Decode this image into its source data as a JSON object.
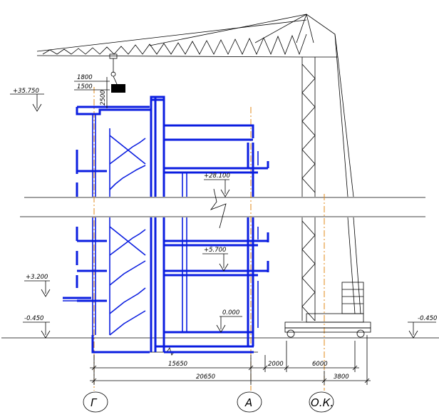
{
  "levels": {
    "top": "+35.750",
    "floor_28": "+28.100",
    "floor_5": "+5.700",
    "canopy": "+3.200",
    "zero": "0.000",
    "ground_left": "-0.450",
    "ground_right": "-0.450"
  },
  "crane_dims": {
    "dim_1800": "1800",
    "dim_1500": "1500",
    "dim_2500": "2500"
  },
  "bottom_dims": {
    "d15650": "15650",
    "d2000": "2000",
    "d6000": "6000",
    "d20650": "20650",
    "d3800": "3800"
  },
  "axes": {
    "g": "Г",
    "a": "А",
    "ok": "О.К."
  },
  "colors": {
    "structure": "#0b1ee0",
    "axis": "#e08a1a",
    "lines": "#000000"
  }
}
